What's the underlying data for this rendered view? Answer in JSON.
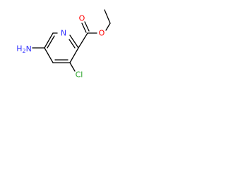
{
  "diagram": {
    "type": "structural formula",
    "atom_labels": {
      "ring_n": "N",
      "ester_o_double": "O",
      "ester_o_single": "O",
      "chlorine": "Cl",
      "amine": "H2N"
    },
    "colors": {
      "bond": "#000000",
      "nitrogen": "#3333ff",
      "oxygen": "#ff0000",
      "chlorine": "#1f9f1f",
      "carbon_text": "#000000"
    }
  }
}
